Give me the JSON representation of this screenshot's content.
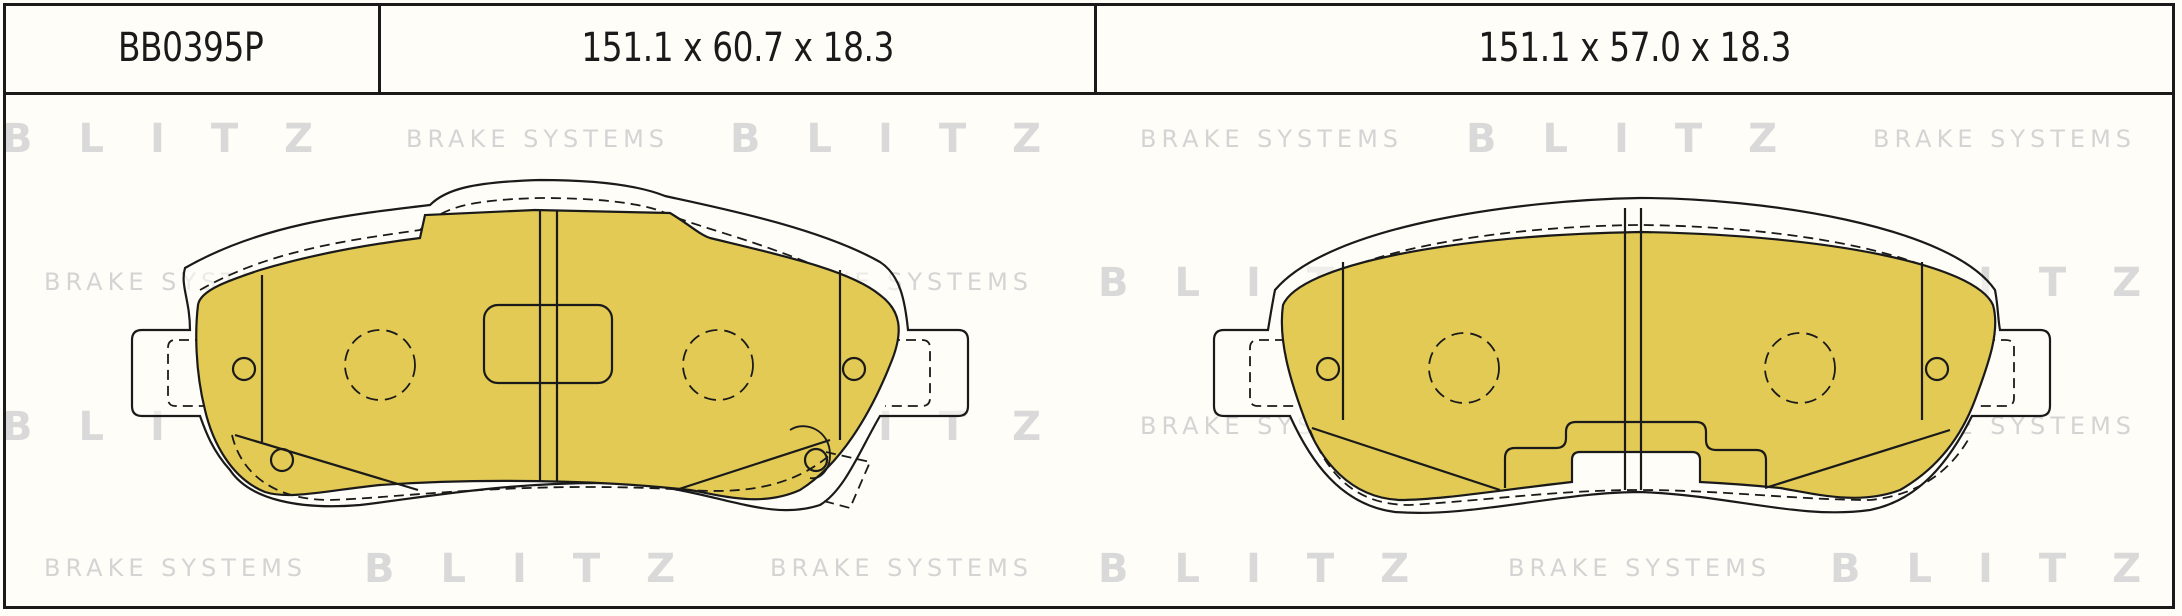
{
  "header": {
    "part_number": "BB0395P",
    "dimensions_left": "151.1 x 60.7 x 18.3",
    "dimensions_right": "151.1 x 57.0 x 18.3"
  },
  "watermark": {
    "brand": "BLITZ",
    "subtitle": "BRAKE SYSTEMS"
  },
  "colors": {
    "pad_fill": "#e2ca55",
    "outline": "#1a1a1a",
    "watermark": "#d9d9d9"
  }
}
